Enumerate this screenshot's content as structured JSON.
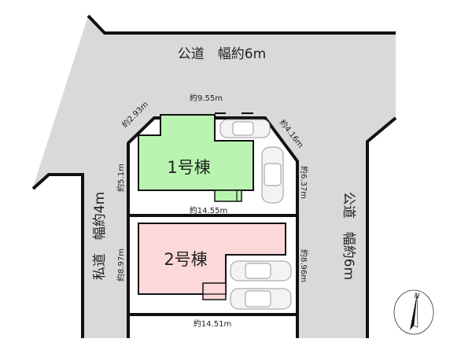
{
  "roads": {
    "top": "公道　幅約6m",
    "right": "公道　幅約6m",
    "left": "私道　幅約4m"
  },
  "buildings": [
    {
      "label": "1号棟",
      "color": "#b9f5b0"
    },
    {
      "label": "2号棟",
      "color": "#fcd8d8"
    }
  ],
  "dimensions": {
    "top": "約9.55m",
    "top_left_corner": "約2.93m",
    "top_right_corner": "約4.16m",
    "lot1_left": "約5.1m",
    "lot1_right": "約6.37m",
    "divider": "約14.55m",
    "lot2_left": "約8.97m",
    "lot2_right": "約8.96m",
    "bottom": "約14.51m"
  },
  "compass": {
    "label": "N",
    "icon": "north-arrow-icon"
  },
  "colors": {
    "road": "#d9d9d9",
    "line": "#111111"
  }
}
